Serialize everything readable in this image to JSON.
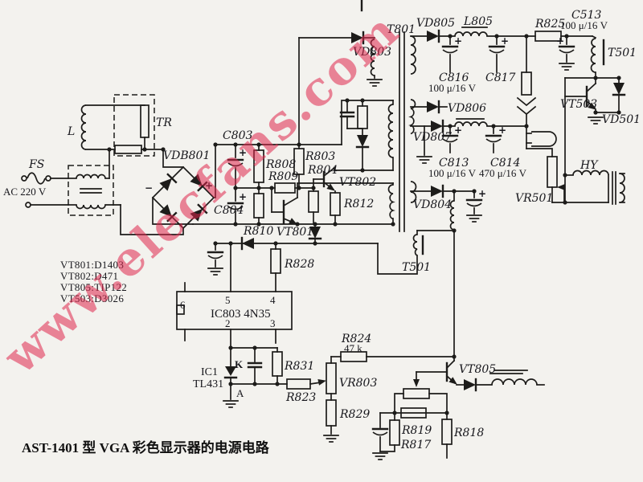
{
  "caption": "AST-1401 型 VGA 彩色显示器的电源电路",
  "watermark": {
    "text": "www.elecfans.com",
    "color": "#df264d"
  },
  "colors": {
    "line": "#1d1c1a",
    "paper": "#f3f2ee"
  },
  "legend": {
    "line1": "VT801:D1403",
    "line2": "VT802:D471",
    "line3": "VT805:TIP122",
    "line4": "VT503:D3026"
  },
  "labels": {
    "fs": "FS",
    "ac": "AC 220 V",
    "l": "L",
    "tr": "TR",
    "vdb801": "VDB801",
    "minus": "−",
    "plus": "+",
    "c803": "C803",
    "c804": "C804",
    "r808": "R808",
    "r809": "R809",
    "r803": "R803",
    "r804": "R804",
    "vt801": "VT801",
    "vt802": "VT802",
    "r810": "R810",
    "r812": "R812",
    "r828": "R828",
    "vd803": "VD803",
    "t801": "T801",
    "vd805": "VD805",
    "l805": "L805",
    "c816": "C816",
    "v100": "100 μ/16 V",
    "c817": "C817",
    "r825": "R825",
    "c513": "C513",
    "t501": "T501",
    "vd806": "VD806",
    "vd807": "VD807",
    "c813": "C813",
    "c814": "C814",
    "v470": "470 μ/16 V",
    "vd804": "VD804",
    "vt503": "VT503",
    "vd501": "VD501",
    "hy": "HY",
    "vr501": "VR501",
    "ic803": "IC803 4N35",
    "pin6": "6",
    "pin5": "5",
    "pin4": "4",
    "pin2": "2",
    "pin3": "3",
    "ic1": "IC1",
    "tl431": "TL431",
    "k": "K",
    "a": "A",
    "r831": "R831",
    "r823": "R823",
    "r824": "R824",
    "r824v": "47 k",
    "vr803": "VR803",
    "r829": "R829",
    "vt805": "VT805",
    "r819": "R819",
    "r817": "R817",
    "r818": "R818"
  }
}
